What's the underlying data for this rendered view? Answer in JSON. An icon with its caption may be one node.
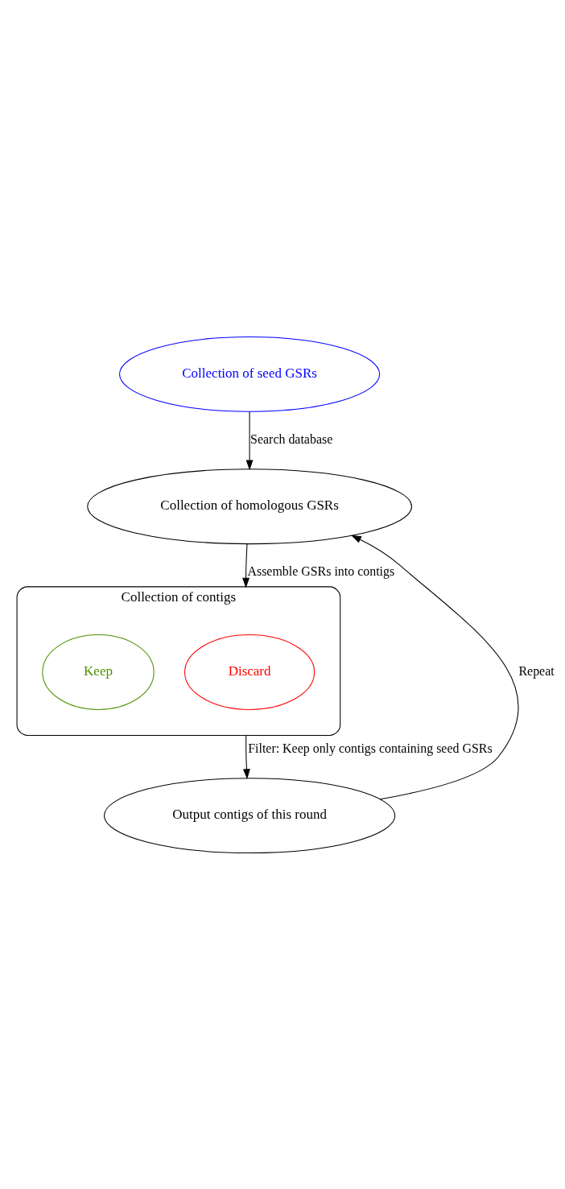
{
  "diagram": {
    "nodes": [
      {
        "text": [
          "Collection of seed GSRs"
        ]
      },
      {
        "text": [
          "Collection of homologous GSRs"
        ]
      },
      {
        "text": [
          "Collection of contigs"
        ]
      },
      {
        "text": [
          "Discard"
        ],
        "in": 2
      },
      {
        "text": [
          "Keep"
        ],
        "in": 2
      },
      {
        "text": [
          "Output contigs of this round"
        ]
      }
    ],
    "edges": [
      {
        "from": 0,
        "to": 1,
        "arrow": "to",
        "label": "Search database"
      },
      {
        "from": 1,
        "to": 2,
        "arrow": "to",
        "label": "Assemble GSRs into contigs"
      },
      {
        "from": 2,
        "to": 5,
        "arrow": "to",
        "label": "Filter: Keep only contigs containing seed GSRs"
      },
      {
        "from": 5,
        "to": 1,
        "arrow": "to",
        "label": "Repeat"
      }
    ]
  }
}
